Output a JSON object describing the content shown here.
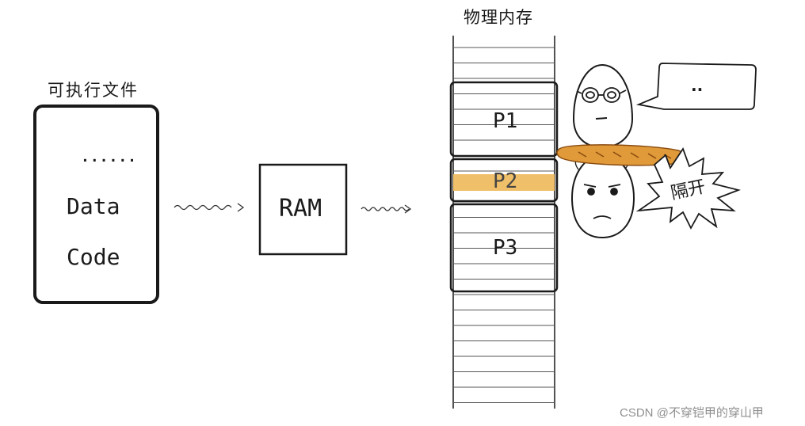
{
  "executable": {
    "title": "可执行文件",
    "dots": "......",
    "lines": [
      "Data",
      "Code"
    ]
  },
  "ram": {
    "label": "RAM"
  },
  "memory": {
    "title": "物理内存",
    "processes": [
      "P1",
      "P2",
      "P3"
    ]
  },
  "speech": {
    "text": ".."
  },
  "burst": {
    "text": "隔开"
  },
  "watermark": "CSDN @不穿铠甲的穿山甲",
  "colors": {
    "ink": "#1a1a1a",
    "highlight": "#f0bf69",
    "bread": "#e09a3a",
    "bread_dark": "#8a4b10",
    "watermark": "#8f8f8f"
  }
}
